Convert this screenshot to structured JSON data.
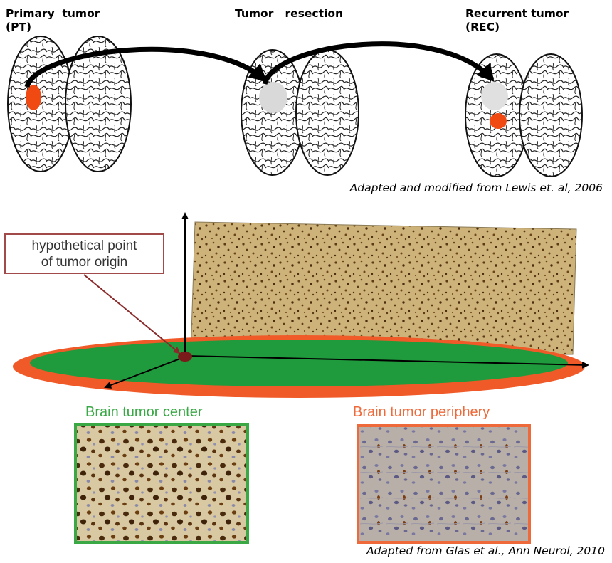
{
  "top_row": {
    "stages": [
      {
        "title": "Primary  tumor\n(PT)"
      },
      {
        "title": "Tumor   resection"
      },
      {
        "title": "Recurrent tumor\n(REC)"
      }
    ],
    "citation": "Adapted and modified from Lewis et. al, 2006"
  },
  "bottom": {
    "callout": "hypothetical point\nof tumor origin",
    "center_title": "Brain tumor center",
    "periphery_title": "Brain tumor periphery",
    "citation": "Adapted from Glas et al., Ann Neurol, 2010"
  },
  "colors": {
    "tumor": "#f04a12",
    "resection": "#d9d9d9",
    "disc_green": "#1f9a3c",
    "disc_rim": "#f05a28",
    "origin_dot": "#7a1a1a",
    "center_border": "#3aa845",
    "periphery_border": "#ef6a3a",
    "callout_border": "#a24a4a"
  }
}
